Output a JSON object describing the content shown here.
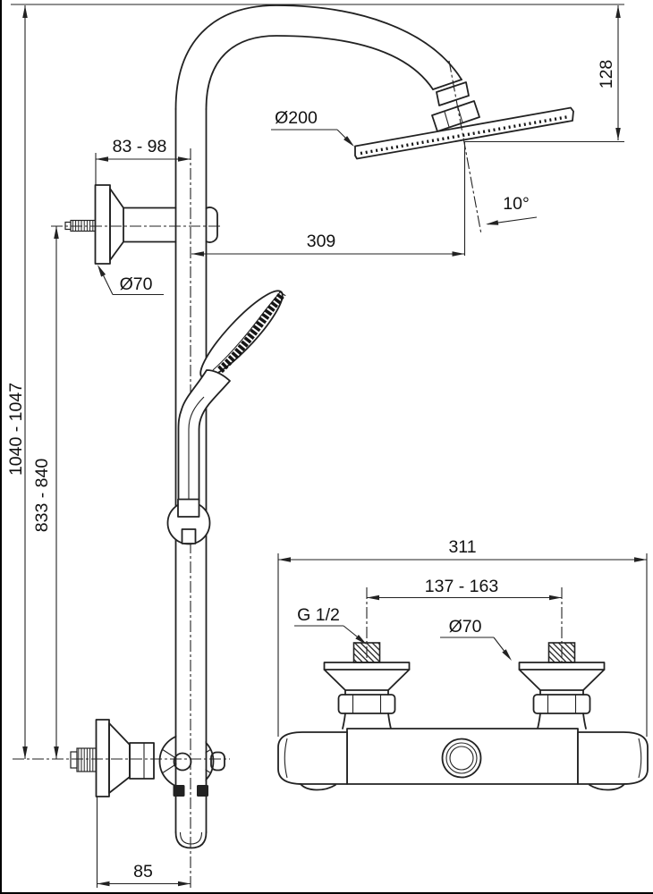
{
  "page": {
    "background": "#ffffff",
    "line_color": "#222222"
  },
  "column_view": {
    "overall_height": "1040 - 1047",
    "bracket_height": "833 - 840",
    "wall_distance_top": "83 - 98",
    "head_diameter": "Ø200",
    "head_drop": "128",
    "head_angle": "10°",
    "head_reach": "309",
    "escutcheon_diameter": "Ø70",
    "wall_distance_bottom": "85"
  },
  "mixer_view": {
    "overall_width": "311",
    "inlet_spacing": "137 - 163",
    "inlet_thread": "G 1/2",
    "escutcheon_diameter": "Ø70"
  }
}
